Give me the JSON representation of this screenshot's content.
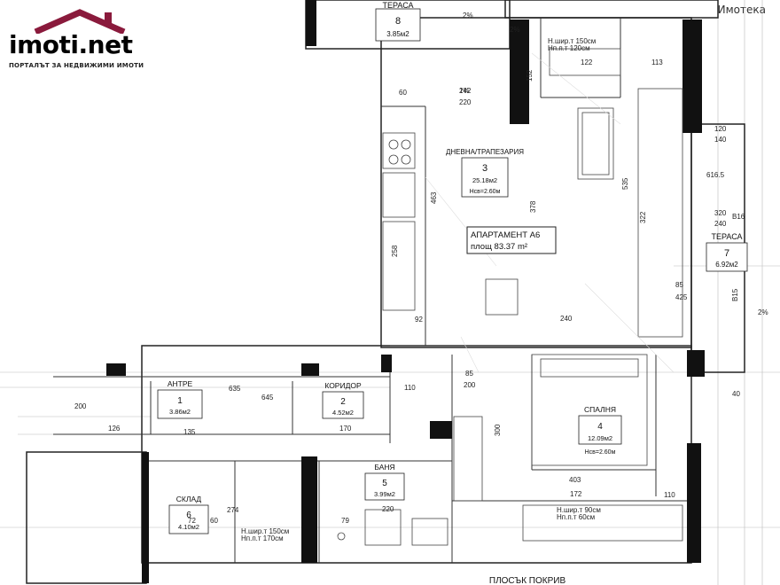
{
  "brand": {
    "logo_main": "imoti",
    "logo_dot": ".",
    "logo_net": "net",
    "tagline": "ПОРТАЛЪТ ЗА НЕДВИЖИМИ ИМОТИ",
    "watermark": "Имотека",
    "roof_color": "#8a1a3c"
  },
  "apartment": {
    "title": "АПАРТАМЕНТ А6",
    "area": "площ 83.37 m²"
  },
  "rooms": [
    {
      "id": "terrace-8",
      "name": "ТЕРАСА",
      "num": "8",
      "area": "3.85м2"
    },
    {
      "id": "living",
      "name": "ДНЕВНА/ТРАПЕЗАРИЯ",
      "num": "3",
      "area": "25.18м2",
      "height": "Нсв=2.60м"
    },
    {
      "id": "terrace-7",
      "name": "ТЕРАСА",
      "num": "7",
      "area": "6.92м2"
    },
    {
      "id": "entry",
      "name": "АНТРЕ",
      "num": "1",
      "area": "3.86м2"
    },
    {
      "id": "corridor",
      "name": "КОРИДОР",
      "num": "2",
      "area": "4.52м2"
    },
    {
      "id": "bedroom",
      "name": "СПАЛНЯ",
      "num": "4",
      "area": "12.09м2",
      "height": "Нсв=2.60м"
    },
    {
      "id": "bath",
      "name": "БАНЯ",
      "num": "5",
      "area": "3.99м2"
    },
    {
      "id": "storage",
      "name": "СКЛАД",
      "num": "6",
      "area": "4.10м2"
    }
  ],
  "bottom_label": "ПЛОСЪК ПОКРИВ",
  "dims": [
    "142",
    "220",
    "60",
    "152",
    "122",
    "113",
    "120",
    "140",
    "320",
    "240",
    "B16",
    "535",
    "322",
    "378",
    "463",
    "258",
    "85",
    "425",
    "240",
    "92",
    "110",
    "85",
    "200",
    "635",
    "645",
    "170",
    "135",
    "126",
    "200",
    "300",
    "403",
    "172",
    "110",
    "274",
    "220",
    "79",
    "72",
    "60",
    "40",
    "B15",
    "616.5",
    "2%",
    "2%",
    "2%",
    "2%"
  ],
  "notes": [
    "Н.шир.т 150см",
    "Нп.п.т 120см",
    "Н.шир.т 90см",
    "Нп.п.т 60см",
    "Н.шир.т 150см",
    "Нп.п.т 170см"
  ]
}
